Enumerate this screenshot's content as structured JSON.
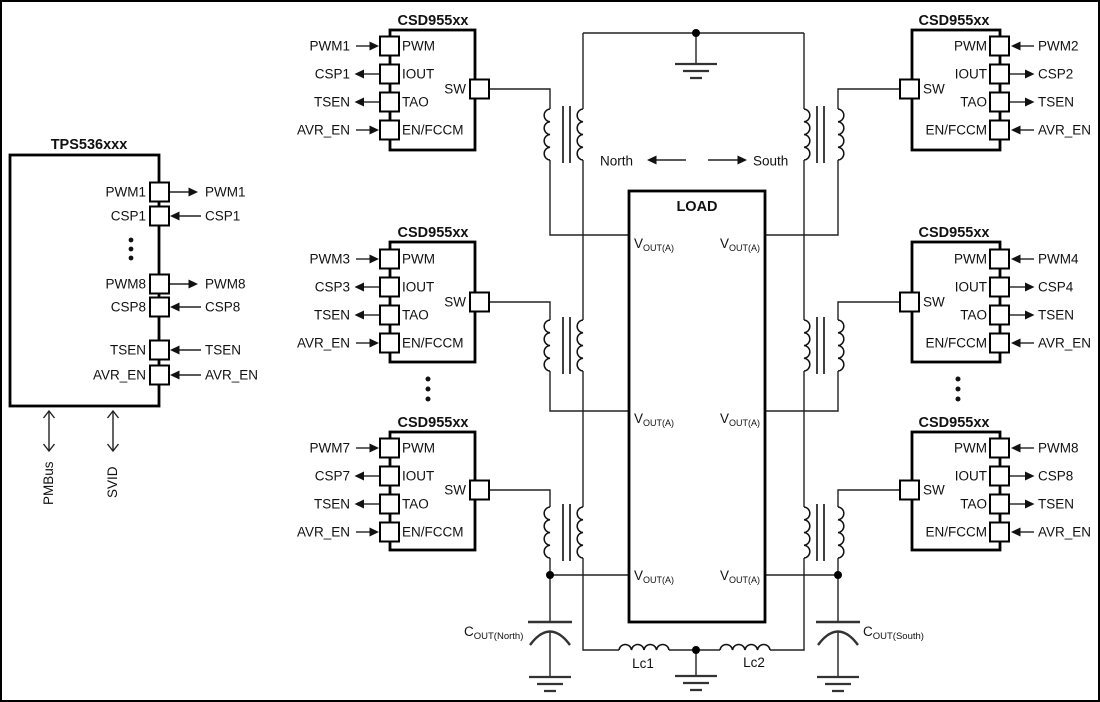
{
  "controller": {
    "title": "TPS536xxx",
    "pins": [
      {
        "name": "PWM1",
        "signal": "PWM1",
        "dir": "out"
      },
      {
        "name": "CSP1",
        "signal": "CSP1",
        "dir": "in"
      },
      {
        "name": "PWM8",
        "signal": "PWM8",
        "dir": "out"
      },
      {
        "name": "CSP8",
        "signal": "CSP8",
        "dir": "in"
      },
      {
        "name": "TSEN",
        "signal": "TSEN",
        "dir": "in"
      },
      {
        "name": "AVR_EN",
        "signal": "AVR_EN",
        "dir": "in"
      }
    ],
    "buses": [
      {
        "label": "PMBus"
      },
      {
        "label": "SVID"
      }
    ]
  },
  "stages": [
    {
      "title": "CSD955xx",
      "sw": "SW",
      "pins": [
        {
          "name": "PWM",
          "signal": "PWM1",
          "dir": "in"
        },
        {
          "name": "IOUT",
          "signal": "CSP1",
          "dir": "out"
        },
        {
          "name": "TAO",
          "signal": "TSEN",
          "dir": "out"
        },
        {
          "name": "EN/FCCM",
          "signal": "AVR_EN",
          "dir": "in"
        }
      ]
    },
    {
      "title": "CSD955xx",
      "sw": "SW",
      "pins": [
        {
          "name": "PWM",
          "signal": "PWM2",
          "dir": "in"
        },
        {
          "name": "IOUT",
          "signal": "CSP2",
          "dir": "out"
        },
        {
          "name": "TAO",
          "signal": "TSEN",
          "dir": "out"
        },
        {
          "name": "EN/FCCM",
          "signal": "AVR_EN",
          "dir": "in"
        }
      ]
    },
    {
      "title": "CSD955xx",
      "sw": "SW",
      "pins": [
        {
          "name": "PWM",
          "signal": "PWM3",
          "dir": "in"
        },
        {
          "name": "IOUT",
          "signal": "CSP3",
          "dir": "out"
        },
        {
          "name": "TAO",
          "signal": "TSEN",
          "dir": "out"
        },
        {
          "name": "EN/FCCM",
          "signal": "AVR_EN",
          "dir": "in"
        }
      ]
    },
    {
      "title": "CSD955xx",
      "sw": "SW",
      "pins": [
        {
          "name": "PWM",
          "signal": "PWM4",
          "dir": "in"
        },
        {
          "name": "IOUT",
          "signal": "CSP4",
          "dir": "out"
        },
        {
          "name": "TAO",
          "signal": "TSEN",
          "dir": "out"
        },
        {
          "name": "EN/FCCM",
          "signal": "AVR_EN",
          "dir": "in"
        }
      ]
    },
    {
      "title": "CSD955xx",
      "sw": "SW",
      "pins": [
        {
          "name": "PWM",
          "signal": "PWM7",
          "dir": "in"
        },
        {
          "name": "IOUT",
          "signal": "CSP7",
          "dir": "out"
        },
        {
          "name": "TAO",
          "signal": "TSEN",
          "dir": "out"
        },
        {
          "name": "EN/FCCM",
          "signal": "AVR_EN",
          "dir": "in"
        }
      ]
    },
    {
      "title": "CSD955xx",
      "sw": "SW",
      "pins": [
        {
          "name": "PWM",
          "signal": "PWM8",
          "dir": "in"
        },
        {
          "name": "IOUT",
          "signal": "CSP8",
          "dir": "out"
        },
        {
          "name": "TAO",
          "signal": "TSEN",
          "dir": "out"
        },
        {
          "name": "EN/FCCM",
          "signal": "AVR_EN",
          "dir": "in"
        }
      ]
    }
  ],
  "load": {
    "title": "LOAD",
    "vout_main": "V",
    "vout_sub": "OUT(A)"
  },
  "labels": {
    "north": "North",
    "south": "South",
    "lc1": "Lc1",
    "lc2": "Lc2",
    "cout_north_main": "C",
    "cout_north_sub": "OUT(North)",
    "cout_south_main": "C",
    "cout_south_sub": "OUT(South)"
  }
}
